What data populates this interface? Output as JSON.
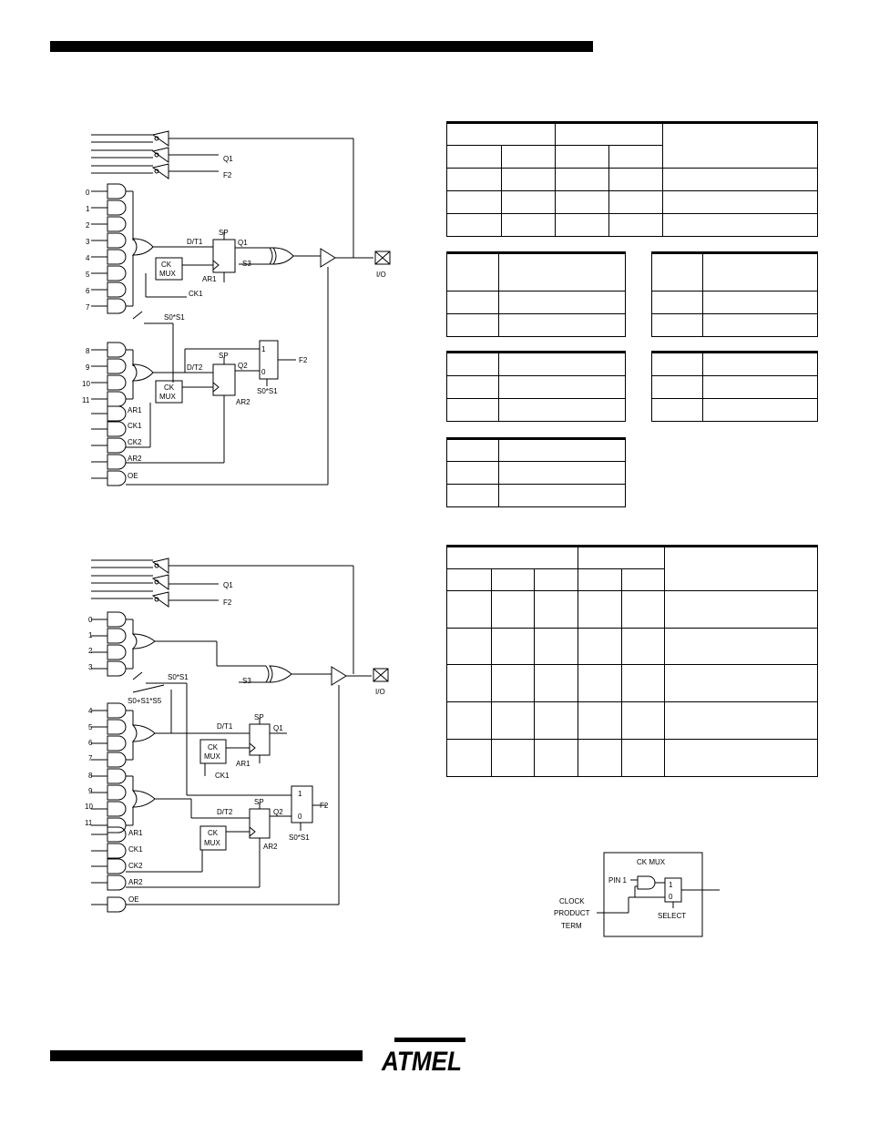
{
  "header": {
    "bar_color": "#000000"
  },
  "footer": {
    "logo_text": "ATMEL"
  },
  "fig_top": {
    "feedback_labels": [
      "Q1",
      "F2"
    ],
    "term_numbers": [
      "0",
      "1",
      "2",
      "3",
      "4",
      "5",
      "6",
      "7",
      "8",
      "9",
      "10",
      "11"
    ],
    "ctrl_terms": [
      "AR1",
      "CK1",
      "CK2",
      "AR2",
      "OE"
    ],
    "reg1": {
      "d": "D/T1",
      "sp": "SP",
      "q": "Q1",
      "ar": "AR1"
    },
    "reg2": {
      "d": "D/T2",
      "sp": "SP",
      "q": "Q2",
      "ar": "AR2"
    },
    "ckmux": "CK MUX",
    "ck1_label": "CK1",
    "s3": "S3",
    "io": "I/O",
    "sel_label": "S0*S1",
    "f2": "F2",
    "mux_in1": "1",
    "mux_in0": "0",
    "mux_sel": "S0*S1"
  },
  "fig_bottom": {
    "feedback_labels": [
      "Q1",
      "F2"
    ],
    "term_numbers": [
      "0",
      "1",
      "2",
      "3",
      "4",
      "5",
      "6",
      "7",
      "8",
      "9",
      "10",
      "11"
    ],
    "ctrl_terms": [
      "AR1",
      "CK1",
      "CK2",
      "AR2",
      "OE"
    ],
    "reg1": {
      "d": "D/T1",
      "sp": "SP",
      "q": "Q1",
      "ar": "AR1"
    },
    "reg2": {
      "d": "D/T2",
      "sp": "SP",
      "q": "Q2",
      "ar": "AR2"
    },
    "ckmux": "CK MUX",
    "ck1_label": "CK1",
    "s3": "S3",
    "io": "I/O",
    "sel_label": "S0*S1",
    "sel_label2": "S0+S1*S5",
    "f2": "F2",
    "mux_in1": "1",
    "mux_in0": "0",
    "mux_sel": "S0*S1"
  },
  "ckmux_detail": {
    "title": "CK MUX",
    "pin": "PIN 1",
    "clock_lines": [
      "CLOCK",
      "PRODUCT",
      "TERM"
    ],
    "select": "SELECT",
    "mux_in1": "1",
    "mux_in0": "0"
  }
}
